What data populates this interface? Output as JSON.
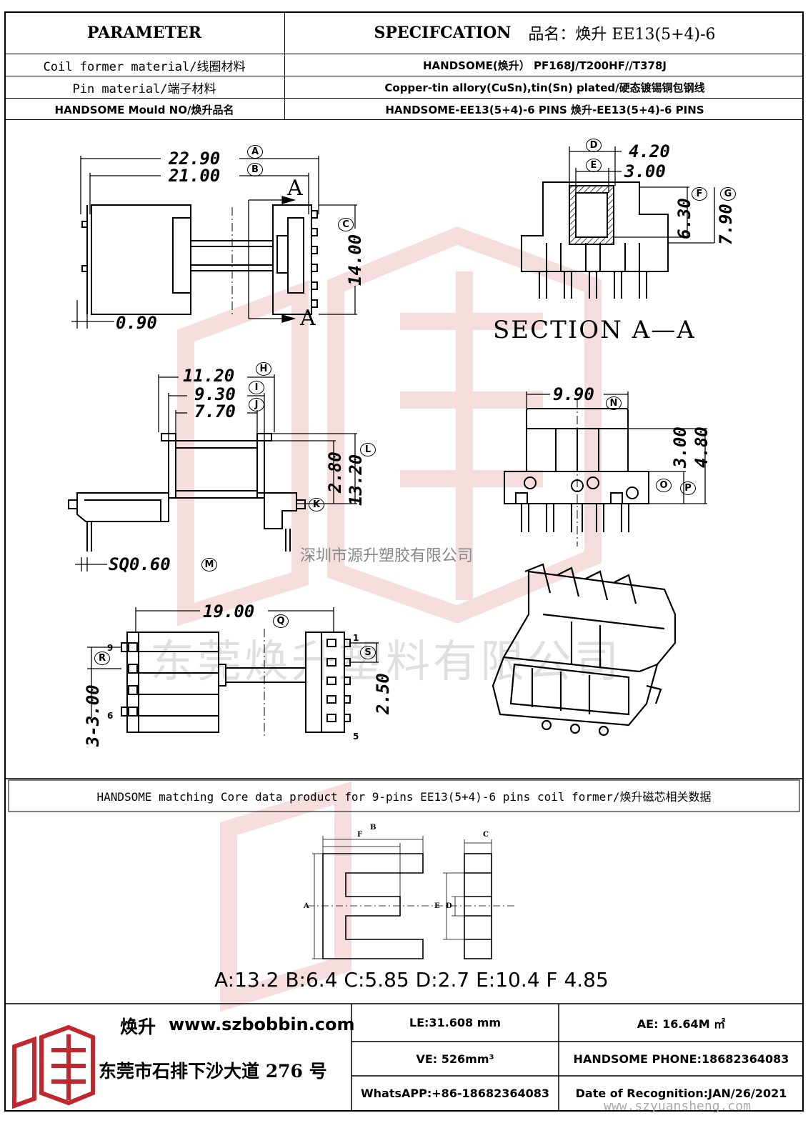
{
  "header": {
    "parameter": "PARAMETER",
    "spec_label": "SPECIFCATION",
    "product_name": "品名：焕升 EE13(5+4)-6"
  },
  "rows": [
    {
      "label": "Coil former material/线圈材料",
      "value": "HANDSOME(焕升）   PF168J/T200HF//T378J"
    },
    {
      "label": "Pin material/端子材料",
      "value": "Copper-tin allory(CuSn),tin(Sn) plated/硬态镀锡铜包钢线"
    },
    {
      "label": "HANDSOME Mould NO/焕升品名",
      "value": "HANDSOME-EE13(5+4)-6 PINS    焕升-EE13(5+4)-6 PINS"
    }
  ],
  "drawing": {
    "dims": {
      "a": "22.90",
      "b": "21.00",
      "c": "14.00",
      "d": "4.20",
      "e": "3.00",
      "f": "6.30",
      "g": "7.90",
      "h": "11.20",
      "i": "9.30",
      "j": "7.70",
      "l": "13.20",
      "k2": "2.80",
      "m": "SQ0.60",
      "n": "9.90",
      "o": "3.00",
      "p": "4.80",
      "q": "19.00",
      "s": "2.50",
      "r": "3-3.00",
      "pad": "0.90"
    },
    "circles": [
      "A",
      "B",
      "C",
      "D",
      "E",
      "F",
      "G",
      "H",
      "I",
      "J",
      "K",
      "L",
      "M",
      "N",
      "O",
      "P",
      "Q",
      "R",
      "S"
    ],
    "section_label": "SECTION  A—A",
    "section_arrow": "A",
    "pin_numbers": {
      "p9": "9",
      "p6": "6",
      "p1": "1",
      "p5": "5"
    },
    "watermark_small": "深圳市源升塑胶有限公司",
    "watermark_large": "东莞焕升塑料有限公司"
  },
  "core": {
    "title": "HANDSOME matching Core data  product for 9-pins EE13(5+4)-6  pins coil former/焕升磁芯相关数据",
    "dims_text": "A:13.2 B:6.4 C:5.85 D:2.7 E:10.4 F 4.85",
    "labels": {
      "a": "A",
      "b": "B",
      "c": "C",
      "d": "D",
      "e": "E",
      "f": "F"
    }
  },
  "footer": {
    "brand": "焕升",
    "website": "www.szbobbin.com",
    "address": "东莞市石排下沙大道 276 号",
    "le": "LE:31.608 mm",
    "ae": "AE: 16.64M ㎡",
    "ve": "VE: 526mm³",
    "phone": "HANDSOME PHONE:18682364083",
    "whatsapp": "WhatsAPP:+86-18682364083",
    "date": "Date of Recognition:JAN/26/2021",
    "watermark_url": "www.szyuansheng.com"
  },
  "colors": {
    "logo_red": "#c0282d",
    "watermark_red": "#e8a0a0"
  }
}
